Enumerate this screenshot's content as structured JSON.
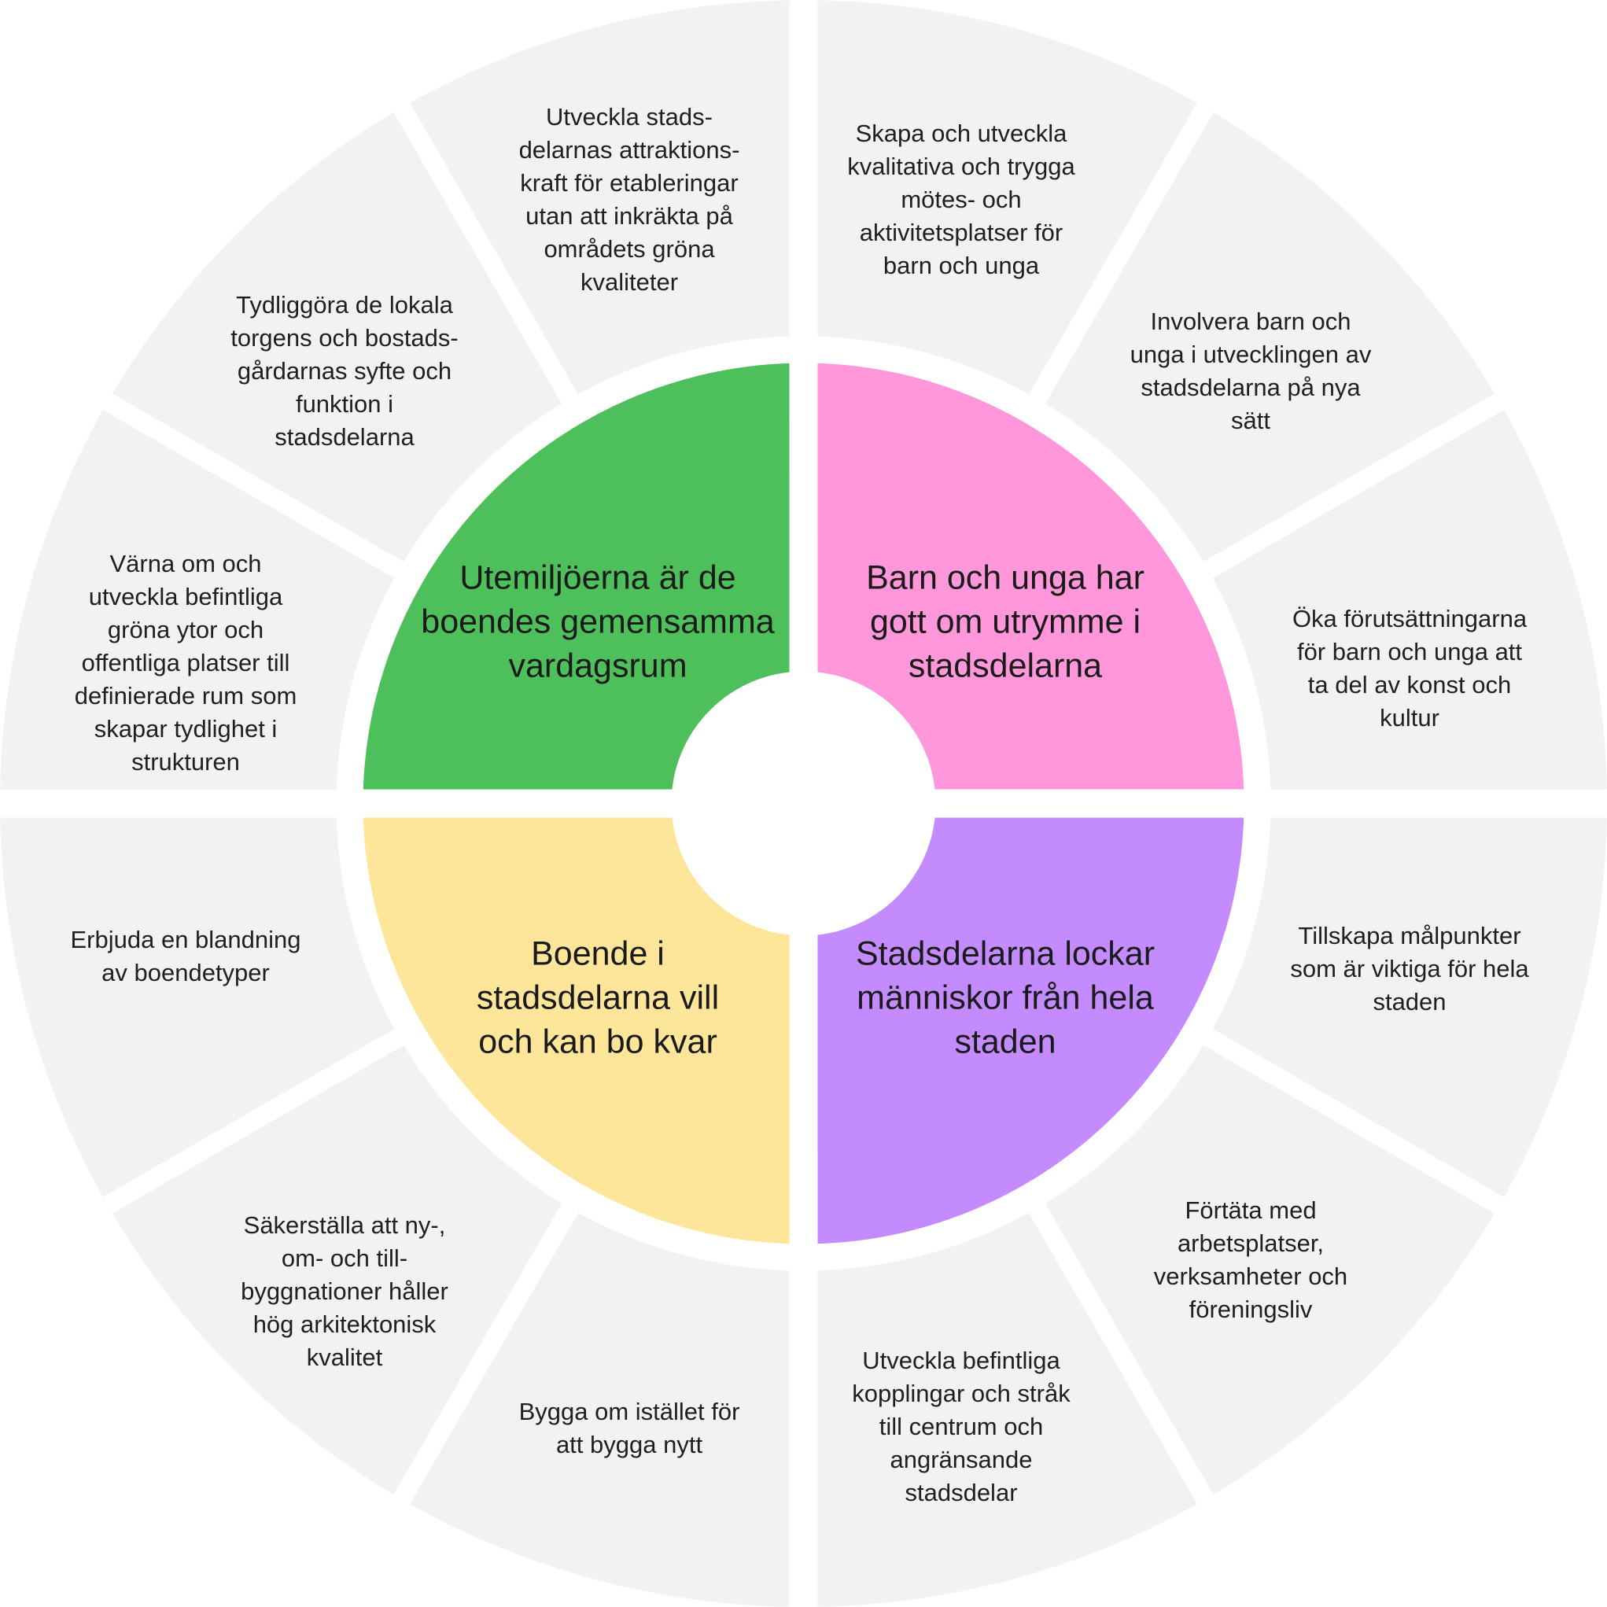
{
  "colors": {
    "background": "#ffffff",
    "outer_segment": "#f2f2f1",
    "text": "#1f1f1f"
  },
  "quadrants": [
    {
      "id": "top-left",
      "color": "#4ec05b",
      "title": [
        "Utemiljöerna är de",
        "boendes gemensamma",
        "vardagsrum"
      ],
      "goals": [
        [
          "Värna om och",
          "utveckla befintliga",
          "gröna ytor och",
          "offentliga platser till",
          "definierade rum som",
          "skapar tydlighet i",
          "strukturen"
        ],
        [
          "Tydliggöra de lokala",
          "torgens och bostads-",
          "gårdarnas syfte och",
          "funktion i",
          "stadsdelarna"
        ],
        [
          "Utveckla stads-",
          "delarnas attraktions-",
          "kraft för etableringar",
          "utan att inkräkta på",
          "områdets gröna",
          "kvaliteter"
        ]
      ]
    },
    {
      "id": "top-right",
      "color": "#ff97da",
      "title": [
        "Barn och unga har",
        "gott om utrymme i",
        "stadsdelarna"
      ],
      "goals": [
        [
          "Skapa och utveckla",
          "kvalitativa och trygga",
          "mötes- och",
          "aktivitetsplatser för",
          "barn och unga"
        ],
        [
          "Involvera barn och",
          "unga i utvecklingen av",
          "stadsdelarna på nya",
          "sätt"
        ],
        [
          "Öka förutsättningarna",
          "för barn och unga att",
          "ta del av konst och",
          "kultur"
        ]
      ]
    },
    {
      "id": "bottom-right",
      "color": "#c48bfe",
      "title": [
        "Stadsdelarna lockar",
        "människor från hela",
        "staden"
      ],
      "goals": [
        [
          "Tillskapa målpunkter",
          "som är viktiga för hela",
          "staden"
        ],
        [
          "Förtäta med",
          "arbetsplatser,",
          "verksamheter och",
          "föreningsliv"
        ],
        [
          "Utveckla befintliga",
          "kopplingar och stråk",
          "till centrum och",
          "angränsande",
          "stadsdelar"
        ]
      ]
    },
    {
      "id": "bottom-left",
      "color": "#fde699",
      "title": [
        "Boende i",
        "stadsdelarna vill",
        "och kan bo kvar"
      ],
      "goals": [
        [
          "Bygga om istället för",
          "att bygga nytt"
        ],
        [
          "Säkerställa att ny-,",
          "om- och till-",
          "byggnationer håller",
          "hög arkitektonisk",
          "kvalitet"
        ],
        [
          "Erbjuda en blandning",
          "av boendetyper"
        ]
      ]
    }
  ]
}
